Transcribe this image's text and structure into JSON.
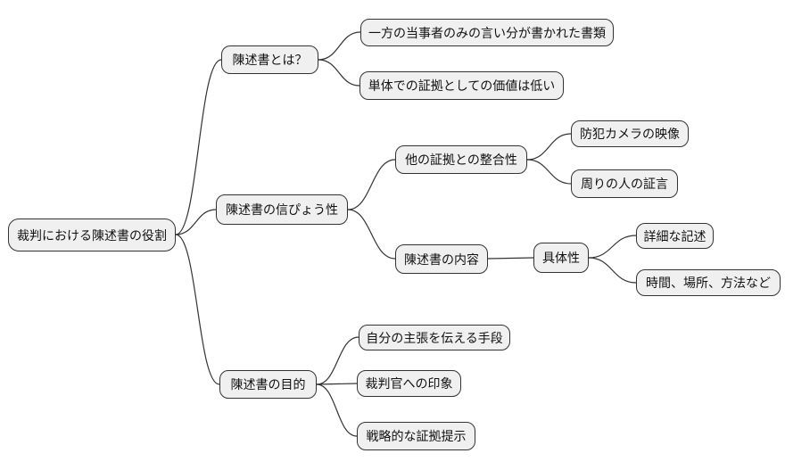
{
  "diagram": {
    "type": "mindmap",
    "root": {
      "label": "裁判における陳述書の役割",
      "children": [
        {
          "label": "陳述書とは？",
          "children": [
            {
              "label": "一方の当事者のみの言い分が書かれた書類"
            },
            {
              "label": "単体での証拠としての価値は低い"
            }
          ]
        },
        {
          "label": "陳述書の信ぴょう性",
          "children": [
            {
              "label": "他の証拠との整合性",
              "children": [
                {
                  "label": "防犯カメラの映像"
                },
                {
                  "label": "周りの人の証言"
                }
              ]
            },
            {
              "label": "陳述書の内容",
              "children": [
                {
                  "label": "具体性",
                  "children": [
                    {
                      "label": "詳細な記述"
                    },
                    {
                      "label": "時間、場所、方法など"
                    }
                  ]
                }
              ]
            }
          ]
        },
        {
          "label": "陳述書の目的",
          "children": [
            {
              "label": "自分の主張を伝える手段"
            },
            {
              "label": "裁判官への印象"
            },
            {
              "label": "戦略的な証拠提示"
            }
          ]
        }
      ]
    },
    "colors": {
      "node_fill": "#f0f0f0",
      "node_border": "#333333",
      "edge": "#333333",
      "text": "#111111",
      "background": "#ffffff"
    }
  }
}
